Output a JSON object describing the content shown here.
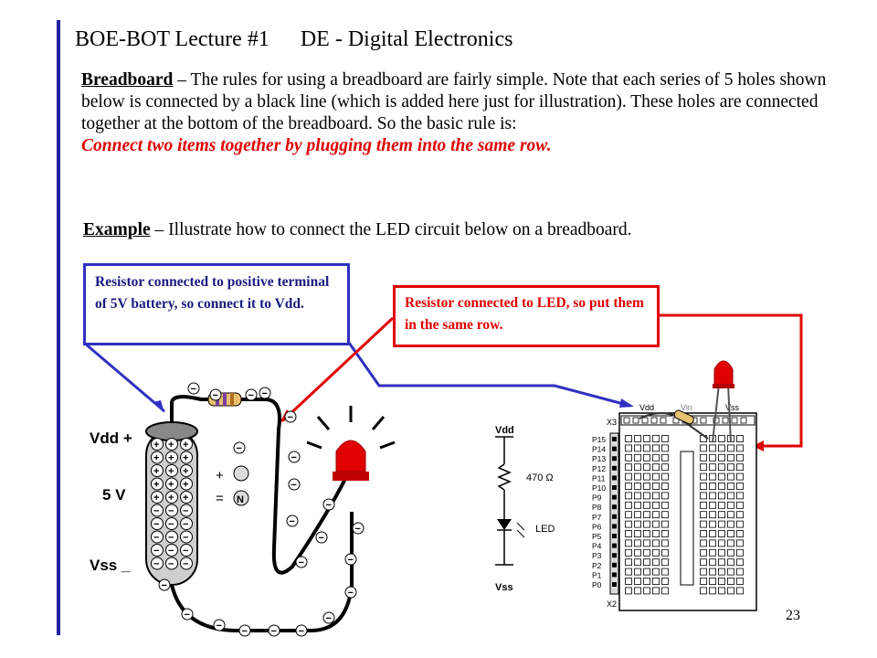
{
  "header": {
    "lecture": "BOE-BOT Lecture #1",
    "topic": "DE - Digital Electronics"
  },
  "breadboard_paragraph": {
    "term": "Breadboard",
    "body": " – The rules for using a breadboard are fairly simple.  Note that each series of 5 holes shown below is connected by a black line (which is added here just for illustration).  These holes are connected together at the bottom of the breadboard.  So the basic rule is:",
    "rule": "Connect two items together by plugging them into the same row."
  },
  "example": {
    "term": "Example",
    "body": " – Illustrate how to connect the LED circuit below on a breadboard."
  },
  "callouts": {
    "blue": "Resistor connected to positive terminal of 5V battery, so connect it to Vdd.",
    "red": "Resistor connected to LED, so put them in the same row."
  },
  "battery_diagram": {
    "vdd_label": "Vdd  +",
    "voltage_label": "5 V",
    "vss_label": "Vss  _",
    "plus_symbol": "+",
    "equals_symbol": "=",
    "n_symbol": "N"
  },
  "schematic": {
    "vdd": "Vdd",
    "resistor": "470 Ω",
    "led": "LED",
    "vss": "Vss"
  },
  "breadboard": {
    "header_labels": [
      "Vdd",
      "Vin",
      "Vss"
    ],
    "x3": "X3",
    "x2": "X2",
    "pins": [
      "P15",
      "P14",
      "P13",
      "P12",
      "P11",
      "P10",
      "P9",
      "P8",
      "P7",
      "P6",
      "P5",
      "P4",
      "P3",
      "P2",
      "P1",
      "P0"
    ]
  },
  "colors": {
    "blue_accent": "#3030c0",
    "red_accent": "#e00000",
    "rule_bar": "#2020a0"
  },
  "page_number": "23"
}
